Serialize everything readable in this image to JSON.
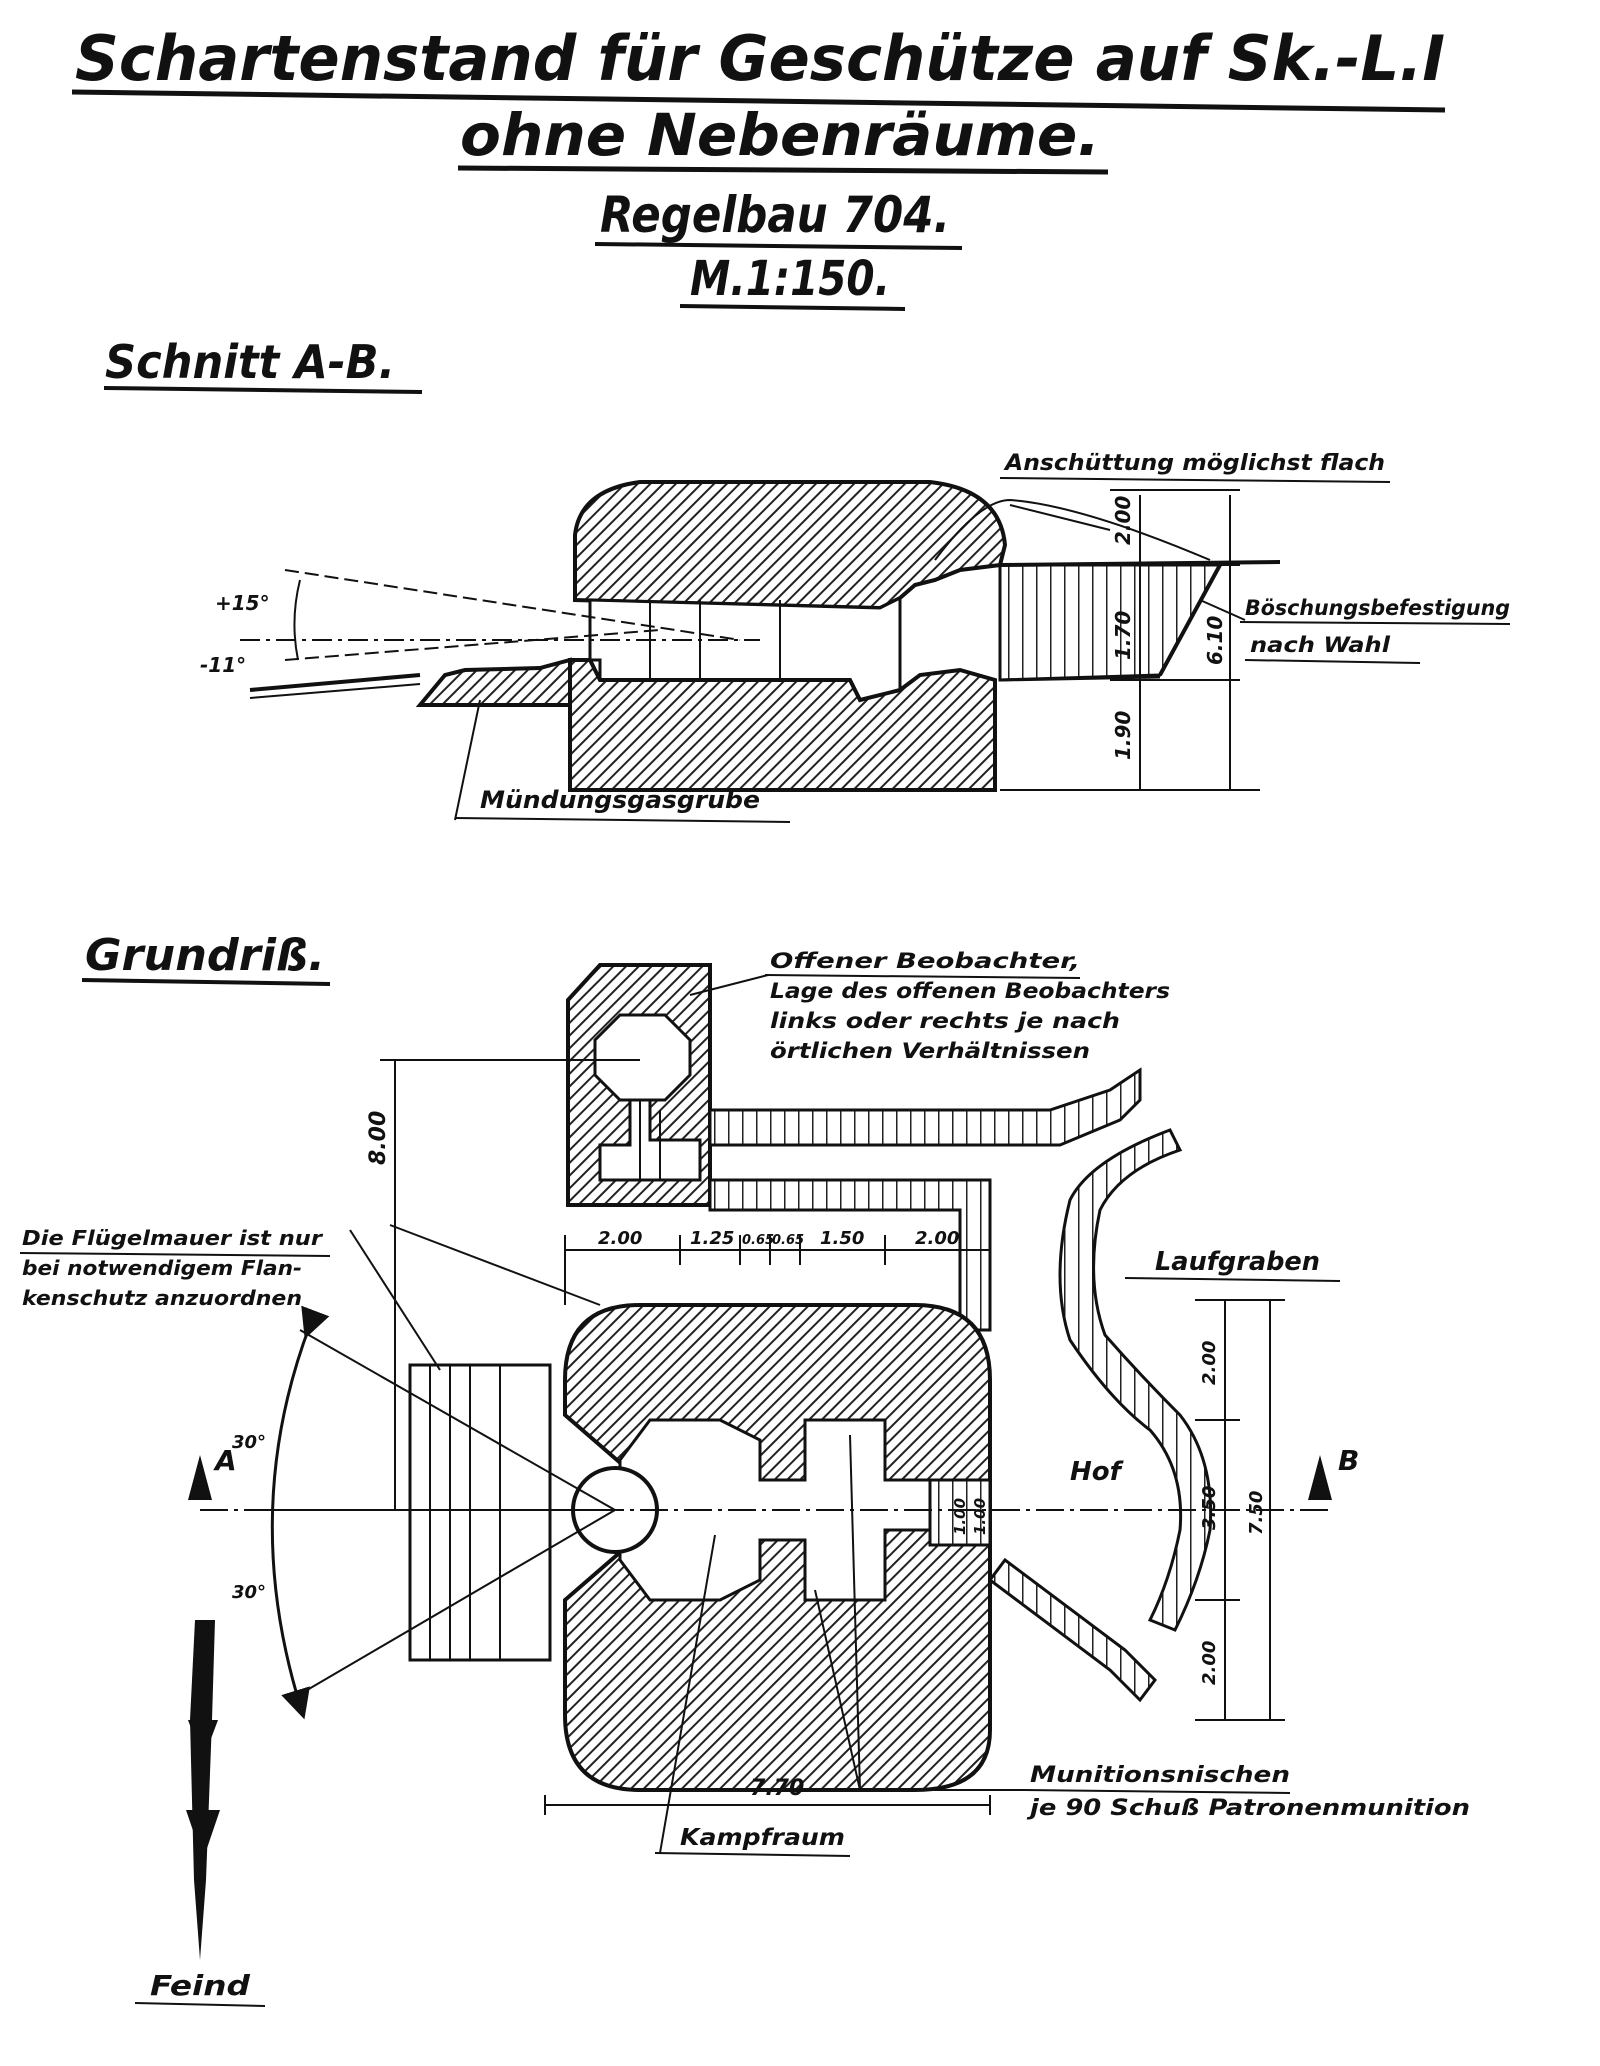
{
  "title": {
    "line1": "Schartenstand für Geschütze auf Sk.-L.I",
    "line2": "ohne Nebenräume.",
    "regelbau": "Regelbau 704.",
    "scale": "M.1:150."
  },
  "section": {
    "heading": "Schnitt A-B.",
    "labels": {
      "anschuettung": "Anschüttung möglichst flach",
      "boeschung": "Böschungsbefestigung",
      "nach_wahl": "nach Wahl",
      "muendungsgasgrube": "Mündungsgasgrube",
      "angle_up": "+15°",
      "angle_down": "-11°"
    },
    "dims": {
      "top": "2.00",
      "mid": "1.70",
      "total": "6.10",
      "bottom": "1.90"
    }
  },
  "plan": {
    "heading": "Grundriß.",
    "labels": {
      "observer": [
        "Offener Beobachter,",
        "Lage des offenen Beobachters",
        "links oder rechts je nach",
        "örtlichen Verhältnissen"
      ],
      "wing_wall": [
        "Die Flügelmauer ist nur",
        "bei notwendigem Flan-",
        "kenschutz anzuordnen"
      ],
      "laufgraben": "Laufgraben",
      "hof": "Hof",
      "munition": [
        "Munitionsnischen",
        "je 90 Schuß Patronenmunition"
      ],
      "kampfraum": "Kampfraum",
      "feind": "Feind",
      "a": "A",
      "b": "B",
      "angle_upper": "30°",
      "angle_lower": "30°"
    },
    "dims": {
      "d800": "8.00",
      "top_row": [
        "2.00",
        "1.25",
        "0.65",
        "0.65",
        "1.50",
        "2.00"
      ],
      "r_top": "2.00",
      "r_mid": "3.50",
      "r_total": "7.50",
      "r_bottom": "2.00",
      "bottom": "7.70",
      "door": "1.00"
    }
  }
}
